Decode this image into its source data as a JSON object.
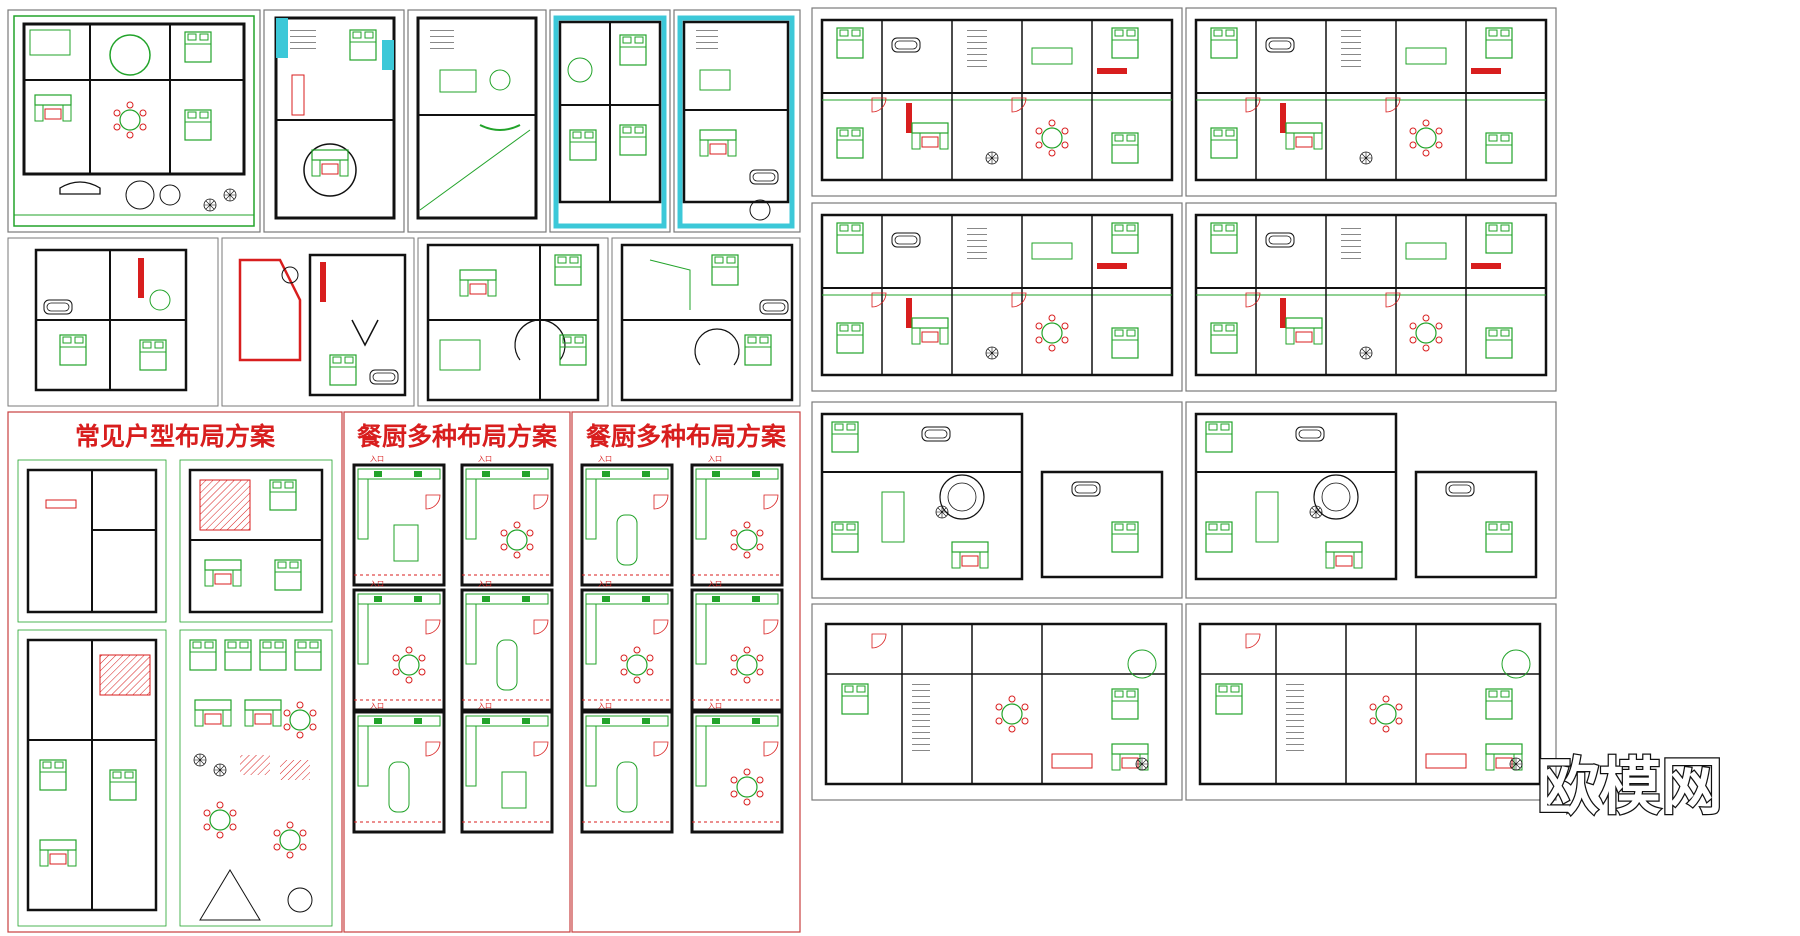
{
  "image_type": "collection of CAD interior floor plans",
  "headings": {
    "common_layouts": "常见户型布局方案",
    "kitchen_dining_1": "餐厨多种布局方案",
    "kitchen_dining_2": "餐厨多种布局方案"
  },
  "watermark": "欧模网",
  "colors": {
    "wall": "#111111",
    "furniture": "#22a32a",
    "accent": "#d81e1e",
    "water": "#3cc8d8",
    "frame": "#7a7a7a",
    "red_frame": "#c84040"
  },
  "kitchen_entry_label": "入口"
}
